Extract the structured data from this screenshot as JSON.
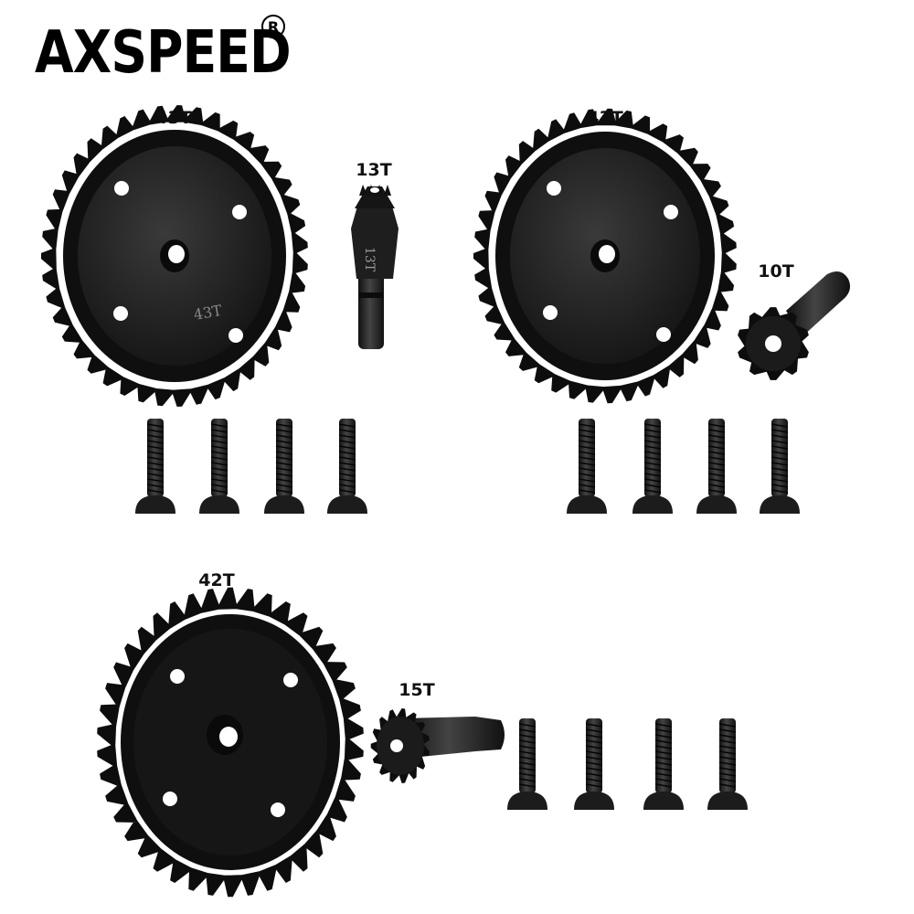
{
  "brand": {
    "name": "AXSPEED",
    "registered_mark": "R"
  },
  "kits": [
    {
      "ring_gear": "43T",
      "ring_engraving": "43T",
      "pinion": "13T",
      "pinion_engraving": "13T",
      "screws": 4
    },
    {
      "ring_gear": "43T",
      "pinion": "10T",
      "screws": 4
    },
    {
      "ring_gear": "42T",
      "pinion": "15T",
      "screws": 4
    }
  ],
  "colors": {
    "metal": "#1c1c1c",
    "metal_dark": "#0d0d0d",
    "metal_light": "#3a3a3a",
    "background": "#ffffff"
  }
}
